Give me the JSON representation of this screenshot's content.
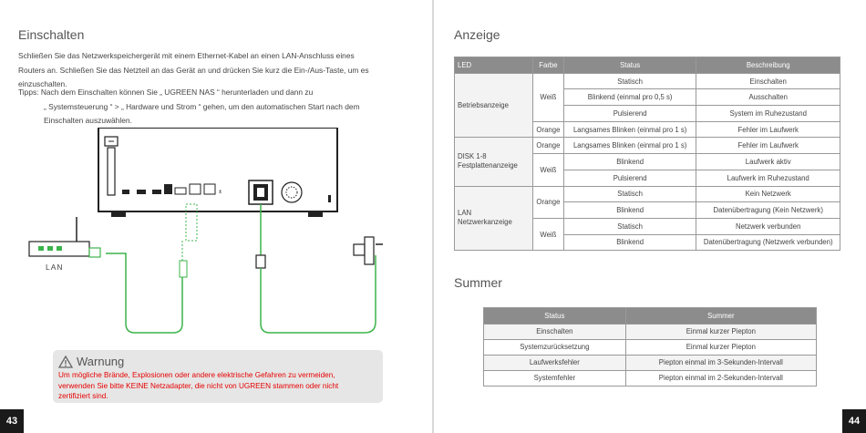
{
  "left_page": {
    "title": "Einschalten",
    "intro_lines": [
      "Schließen Sie das Netzwerkspeichergerät mit einem Ethernet-Kabel an einen LAN-Anschluss eines",
      "Routers an. Schließen Sie das Netzteil an das Gerät an und drücken Sie kurz die Ein-/Aus-Taste, um es",
      "einzuschalten."
    ],
    "tips_lines": [
      "Tipps: Nach dem Einschalten können Sie „ UGREEN NAS “ herunterladen und dann zu",
      "„ Systemsteuerung “ > „ Hardware und Strom “ gehen, um den automatischen Start nach dem",
      "Einschalten auszuwählen."
    ],
    "lan_label": "LAN",
    "warning_title": "Warnung",
    "warning_lines": [
      "Um mögliche Brände, Explosionen oder andere elektrische Gefahren zu vermeiden,",
      "verwenden Sie bitte KEINE Netzadapter, die nicht von UGREEN stammen oder nicht",
      "zertifiziert sind."
    ],
    "page_number": "43"
  },
  "right_page": {
    "title_display": "Anzeige",
    "led_table": {
      "headers": [
        "LED",
        "Farbe",
        "Status",
        "Beschreibung"
      ],
      "groups": [
        {
          "led": "Betriebsanzeige",
          "colors": [
            {
              "color": "Weiß",
              "rows": [
                [
                  "Statisch",
                  "Einschalten"
                ],
                [
                  "Blinkend (einmal pro 0,5 s)",
                  "Ausschalten"
                ],
                [
                  "Pulsierend",
                  "System im Ruhezustand"
                ]
              ]
            },
            {
              "color": "Orange",
              "rows": [
                [
                  "Langsames Blinken (einmal pro 1 s)",
                  "Fehler im Laufwerk"
                ]
              ]
            }
          ]
        },
        {
          "led_lines": [
            "DISK 1-8",
            "Festplattenanzeige"
          ],
          "colors": [
            {
              "color": "Orange",
              "rows": [
                [
                  "Langsames Blinken (einmal pro 1 s)",
                  "Fehler im Laufwerk"
                ]
              ]
            },
            {
              "color": "Weiß",
              "rows": [
                [
                  "Blinkend",
                  "Laufwerk aktiv"
                ],
                [
                  "Pulsierend",
                  "Laufwerk im Ruhezustand"
                ]
              ]
            }
          ]
        },
        {
          "led_lines": [
            "LAN",
            "Netzwerkanzeige"
          ],
          "colors": [
            {
              "color": "Orange",
              "rows": [
                [
                  "Statisch",
                  "Kein Netzwerk"
                ],
                [
                  "Blinkend",
                  "Datenübertragung (Kein Netzwerk)"
                ]
              ]
            },
            {
              "color": "Weiß",
              "rows": [
                [
                  "Statisch",
                  "Netzwerk verbunden"
                ],
                [
                  "Blinkend",
                  "Datenübertragung (Netzwerk verbunden)"
                ]
              ]
            }
          ]
        }
      ]
    },
    "title_buzzer": "Summer",
    "buzzer_table": {
      "headers": [
        "Status",
        "Summer"
      ],
      "rows": [
        [
          "Einschalten",
          "Einmal kurzer Piepton"
        ],
        [
          "Systemzurücksetzung",
          "Einmal kurzer Piepton"
        ],
        [
          "Laufwerksfehler",
          "Piepton einmal im 3-Sekunden-Intervall"
        ],
        [
          "Systemfehler",
          "Piepton einmal im 2-Sekunden-Intervall"
        ]
      ]
    },
    "page_number": "44"
  },
  "colors": {
    "cable_green": "#3cb44b",
    "warning_red": "#e60000",
    "table_header": "#8c8c8c"
  }
}
